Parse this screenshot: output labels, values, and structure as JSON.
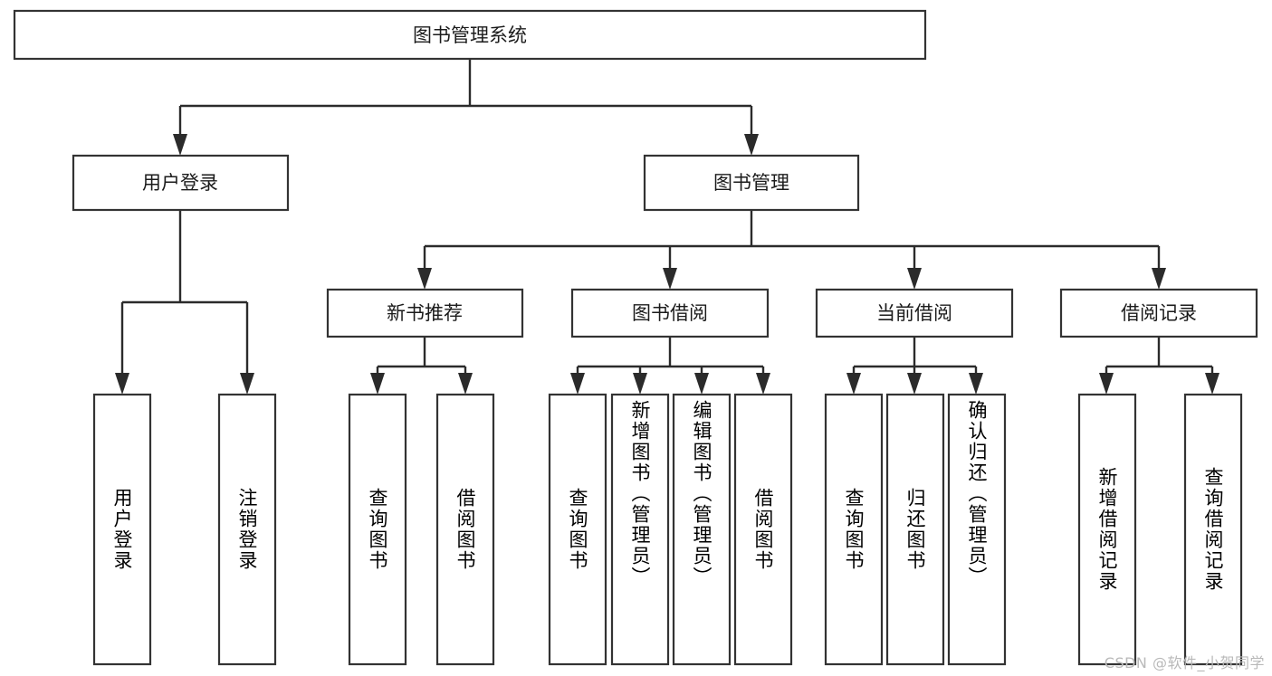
{
  "diagram": {
    "title": "图书管理系统",
    "watermark": "CSDN @软件_小贺同学",
    "colors": {
      "box_stroke": "#333333",
      "box_fill": "#ffffff",
      "link": "#2b2b2b",
      "text": "#1b1b1b",
      "watermark": "#b9b9b9",
      "background": "#ffffff"
    },
    "root": {
      "label": "图书管理系统"
    },
    "level2": [
      {
        "label": "用户登录"
      },
      {
        "label": "图书管理"
      }
    ],
    "level3": [
      {
        "label": "新书推荐"
      },
      {
        "label": "图书借阅"
      },
      {
        "label": "当前借阅"
      },
      {
        "label": "借阅记录"
      }
    ],
    "leaves": {
      "user_login": [
        {
          "label": "用户登录"
        },
        {
          "label": "注销登录"
        }
      ],
      "new_book_recommend": [
        {
          "label": "查询图书"
        },
        {
          "label": "借阅图书"
        }
      ],
      "book_borrow": [
        {
          "label": "查询图书"
        },
        {
          "label": "新增图书（管理员）"
        },
        {
          "label": "编辑图书（管理员）"
        },
        {
          "label": "借阅图书"
        }
      ],
      "current_borrow": [
        {
          "label": "查询图书"
        },
        {
          "label": "归还图书"
        },
        {
          "label": "确认归还（管理员）"
        }
      ],
      "borrow_record": [
        {
          "label": "新增借阅记录"
        },
        {
          "label": "查询借阅记录"
        }
      ]
    }
  },
  "chart_data": {
    "type": "table",
    "title": "图书管理系统 功能结构图",
    "nodes": [
      {
        "id": "root",
        "label": "图书管理系统",
        "level": 1,
        "parent": null
      },
      {
        "id": "l2-1",
        "label": "用户登录",
        "level": 2,
        "parent": "root"
      },
      {
        "id": "l2-2",
        "label": "图书管理",
        "level": 2,
        "parent": "root"
      },
      {
        "id": "l3-1",
        "label": "新书推荐",
        "level": 3,
        "parent": "l2-2"
      },
      {
        "id": "l3-2",
        "label": "图书借阅",
        "level": 3,
        "parent": "l2-2"
      },
      {
        "id": "l3-3",
        "label": "当前借阅",
        "level": 3,
        "parent": "l2-2"
      },
      {
        "id": "l3-4",
        "label": "借阅记录",
        "level": 3,
        "parent": "l2-2"
      },
      {
        "id": "l4-1",
        "label": "用户登录",
        "level": 4,
        "parent": "l2-1"
      },
      {
        "id": "l4-2",
        "label": "注销登录",
        "level": 4,
        "parent": "l2-1"
      },
      {
        "id": "l4-3",
        "label": "查询图书",
        "level": 4,
        "parent": "l3-1"
      },
      {
        "id": "l4-4",
        "label": "借阅图书",
        "level": 4,
        "parent": "l3-1"
      },
      {
        "id": "l4-5",
        "label": "查询图书",
        "level": 4,
        "parent": "l3-2"
      },
      {
        "id": "l4-6",
        "label": "新增图书（管理员）",
        "level": 4,
        "parent": "l3-2"
      },
      {
        "id": "l4-7",
        "label": "编辑图书（管理员）",
        "level": 4,
        "parent": "l3-2"
      },
      {
        "id": "l4-8",
        "label": "借阅图书",
        "level": 4,
        "parent": "l3-2"
      },
      {
        "id": "l4-9",
        "label": "查询图书",
        "level": 4,
        "parent": "l3-3"
      },
      {
        "id": "l4-10",
        "label": "归还图书",
        "level": 4,
        "parent": "l3-3"
      },
      {
        "id": "l4-11",
        "label": "确认归还（管理员）",
        "level": 4,
        "parent": "l3-3"
      },
      {
        "id": "l4-12",
        "label": "新增借阅记录",
        "level": 4,
        "parent": "l3-4"
      },
      {
        "id": "l4-13",
        "label": "查询借阅记录",
        "level": 4,
        "parent": "l3-4"
      }
    ]
  }
}
